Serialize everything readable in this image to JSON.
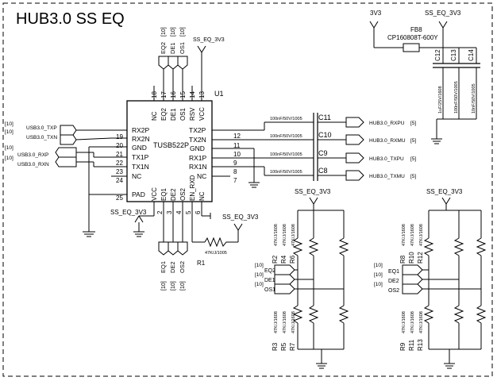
{
  "title": "HUB3.0 SS EQ",
  "chip": {
    "ref": "U1",
    "part": "TUSB522P",
    "top_pin_numbers": [
      "18",
      "17",
      "16",
      "15",
      "14",
      "13"
    ],
    "top_pins": [
      "NC",
      "EQ2",
      "DE1",
      "OS1",
      "RSV",
      "VCC"
    ],
    "left_pin_numbers": [
      "19",
      "20",
      "21",
      "22",
      "23",
      "24",
      "25"
    ],
    "left_pins": [
      "RX2P",
      "RX2N",
      "GND",
      "TX1P",
      "TX1N",
      "NC",
      "PAD"
    ],
    "right_pins": [
      "TX2P",
      "TX2N",
      "GND",
      "RX1P",
      "RX1N",
      "NC"
    ],
    "right_pin_numbers": [
      "12",
      "11",
      "10",
      "9",
      "8",
      "7"
    ],
    "bottom_pins": [
      "VCC",
      "EQ1",
      "DE2",
      "OS2",
      "EN_RXD",
      "NC"
    ],
    "bottom_pin_numbers": [
      "2",
      "3",
      "4",
      "5",
      "6"
    ]
  },
  "nets": {
    "ss_eq_3v3": "SS_EQ_3V3",
    "v3v3": "3V3",
    "ss_eq_top": "SS_EQ_3V3",
    "ss_eq_bottom_left": "SS_EQ_3V3",
    "ss_eq_bottom_mid": "SS_EQ_3V3",
    "ss_eq_res1": "SS_EQ_3V3",
    "ss_eq_res2": "SS_EQ_3V3"
  },
  "top_labels": [
    "EQ2",
    "DE1",
    "OS1"
  ],
  "top_label_sheet": "[10]",
  "bottom_labels": [
    "EQ1",
    "DE2",
    "OS2"
  ],
  "bottom_label_sheet": "[10]",
  "left_ports": [
    {
      "sheet": "[10]",
      "name": "USB3.0_TXP"
    },
    {
      "sheet": "[10]",
      "name": "USB3.0_TXN"
    },
    {
      "sheet": "[10]",
      "name": "USB3.0_RXP"
    },
    {
      "sheet": "[10]",
      "name": "USB3.0_RXN"
    }
  ],
  "coupling_caps": [
    {
      "ref": "C11",
      "value": "100nF/50V/1005",
      "net": "HUB3.0_RXPU",
      "sheet": "[5]"
    },
    {
      "ref": "C10",
      "value": "100nF/50V/1005",
      "net": "HUB3.0_RXMU",
      "sheet": "[5]"
    },
    {
      "ref": "C9",
      "value": "100nF/50V/1005",
      "net": "HUB3.0_TXPU",
      "sheet": "[5]"
    },
    {
      "ref": "C8",
      "value": "100nF/50V/1005",
      "net": "HUB3.0_TXMU",
      "sheet": "[5]"
    }
  ],
  "ferrite": {
    "ref": "FB8",
    "part": "CP160808T-600Y"
  },
  "bulk_caps": [
    {
      "ref": "C12",
      "value": "1uF/25V/1608"
    },
    {
      "ref": "C13",
      "value": "100nF/50V/1005"
    },
    {
      "ref": "C14",
      "value": "10nF/50V/1005"
    }
  ],
  "r1": {
    "ref": "R1",
    "value": "47K/J/1005"
  },
  "group_left": {
    "sheet": "[10]",
    "signals": [
      "EQ2",
      "DE1",
      "OS1"
    ],
    "pullups": [
      {
        "ref": "R2",
        "value": "47K/J/1608"
      },
      {
        "ref": "R4",
        "value": "47K/J/1608"
      },
      {
        "ref": "R6",
        "value": "47K/J/1608"
      }
    ],
    "pulldowns": [
      {
        "ref": "R3",
        "value": "47K/J/1608"
      },
      {
        "ref": "R5",
        "value": "47K/J/1608"
      },
      {
        "ref": "R7",
        "value": "47K/J/1608"
      }
    ]
  },
  "group_right": {
    "sheet": "[10]",
    "signals": [
      "EQ1",
      "DE2",
      "OS2"
    ],
    "pullups": [
      {
        "ref": "R8",
        "value": "47K/J/1608"
      },
      {
        "ref": "R10",
        "value": "47K/J/1608"
      },
      {
        "ref": "R12",
        "value": "47K/J/1608"
      }
    ],
    "pulldowns": [
      {
        "ref": "R9",
        "value": "47K/J/1608"
      },
      {
        "ref": "R11",
        "value": "47K/J/1608"
      },
      {
        "ref": "R13",
        "value": "47K/J/1608"
      }
    ]
  }
}
